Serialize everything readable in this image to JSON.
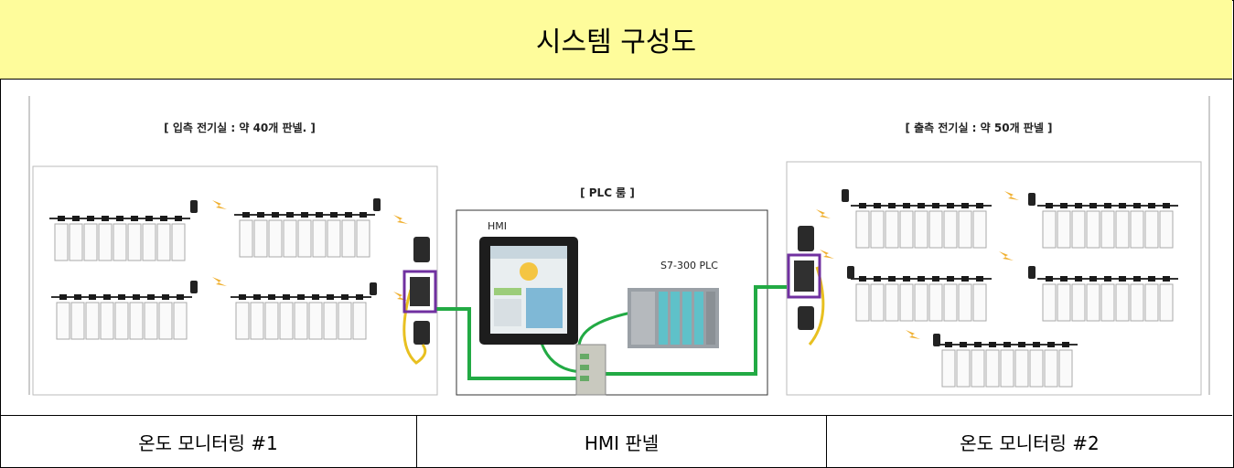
{
  "title": "시스템 구성도",
  "diagram": {
    "left_label": "[ 입측 전기실 : 약 40개 판넬. ]",
    "center_label": "[ PLC 룸 ]",
    "right_label": "[ 출측 전기실 : 약 50개 판넬 ]",
    "hmi_label": "HMI",
    "plc_label": "S7-300 PLC"
  },
  "footer": {
    "col1": "온도 모니터링 #1",
    "col2": "HMI 판넬",
    "col3": "온도 모니터링 #2"
  },
  "colors": {
    "title_bg": "#fefc9b",
    "link_green": "#22aa44",
    "highlight_purple": "#7030a0",
    "cable_yellow": "#e8c020",
    "wireless_orange": "#f0b030"
  }
}
